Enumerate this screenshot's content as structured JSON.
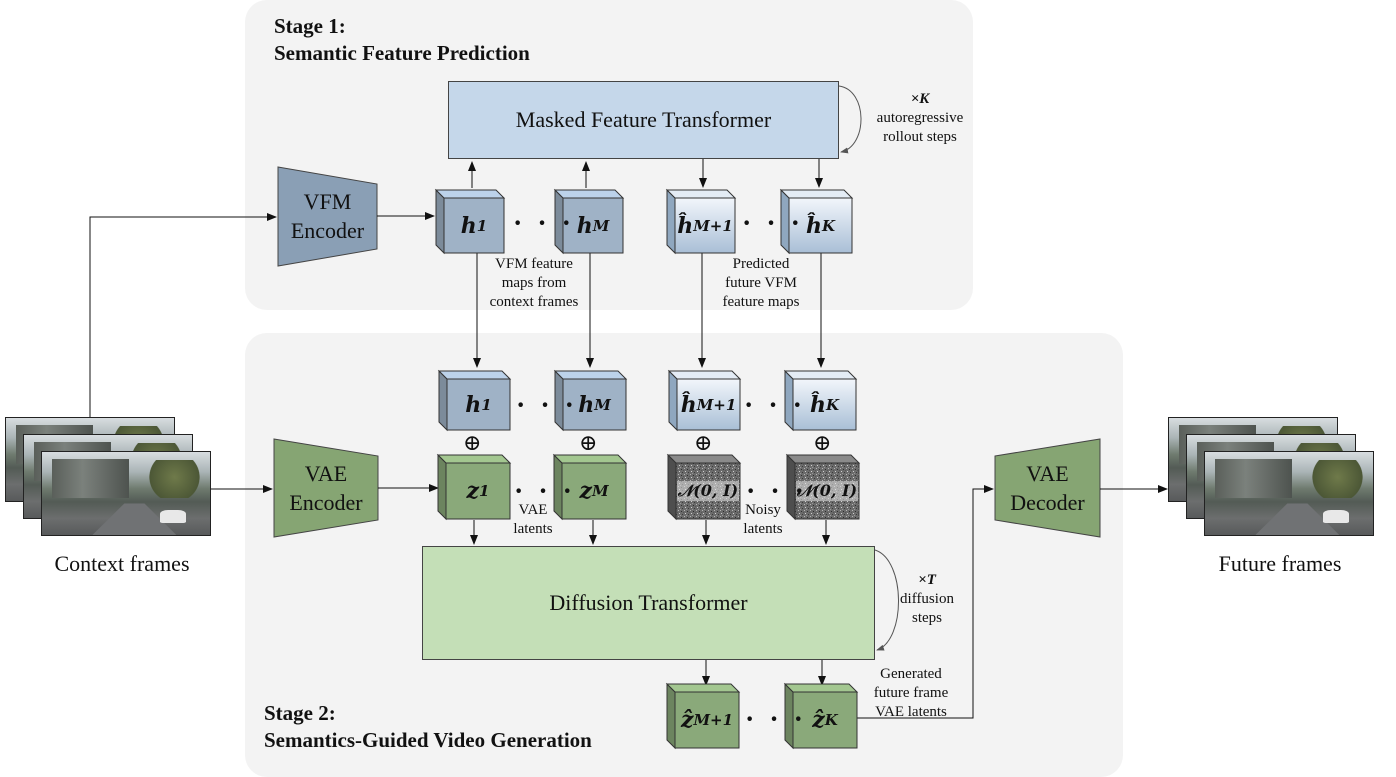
{
  "stage1": {
    "title_line1": "Stage 1:",
    "title_line2": "Semantic Feature Prediction"
  },
  "stage2": {
    "title_line1": "Stage 2:",
    "title_line2": "Semantics-Guided Video Generation"
  },
  "masked_feature_transformer": {
    "label": "Masked Feature Transformer"
  },
  "diffusion_transformer": {
    "label": "Diffusion Transformer"
  },
  "vfm_encoder": {
    "line1": "VFM",
    "line2": "Encoder"
  },
  "vae_encoder": {
    "line1": "VAE",
    "line2": "Encoder"
  },
  "vae_decoder": {
    "line1": "VAE",
    "line2": "Decoder"
  },
  "loop_k": {
    "mult": "×K",
    "line1": "autoregressive",
    "line2": "rollout  steps"
  },
  "loop_t": {
    "mult": "×T",
    "line1": "diffusion",
    "line2": "steps"
  },
  "annotations": {
    "vfm_context": [
      "VFM feature",
      "maps from",
      "context frames"
    ],
    "predicted_future": [
      "Predicted",
      "future VFM",
      "feature maps"
    ],
    "vae_latents": [
      "VAE",
      "latents"
    ],
    "noisy_latents": [
      "Noisy",
      "latents"
    ],
    "generated_latents": [
      "Generated",
      "future frame",
      "VAE latents"
    ]
  },
  "tokens": {
    "h1": {
      "base": "h",
      "sub": "1"
    },
    "hM": {
      "base": "h",
      "sub": "M"
    },
    "hhatM1": {
      "base": "ĥ",
      "sub": "M+1"
    },
    "hhatK": {
      "base": "ĥ",
      "sub": "K"
    },
    "z1": {
      "base": "z",
      "sub": "1"
    },
    "zM": {
      "base": "z",
      "sub": "M"
    },
    "noise": {
      "text": "𝒩(0, I)"
    },
    "zhatM1": {
      "base": "ẑ",
      "sub": "M+1"
    },
    "zhatK": {
      "base": "ẑ",
      "sub": "K"
    }
  },
  "ellipsis": "· · ·",
  "plus": "⊕",
  "context_frames": {
    "label": "Context frames"
  },
  "future_frames": {
    "label": "Future frames"
  },
  "colors": {
    "stage_bg": "#f3f3f3",
    "feature_blue": "#9fb2c6",
    "predicted_blue": "#c5d7ea",
    "latent_green": "#8aa97a",
    "diffusion_green": "#c4dfb7",
    "noise_gray": "#6f6f6f",
    "encoder_blue": "#8a9fb5",
    "encoder_green": "#86a573"
  }
}
